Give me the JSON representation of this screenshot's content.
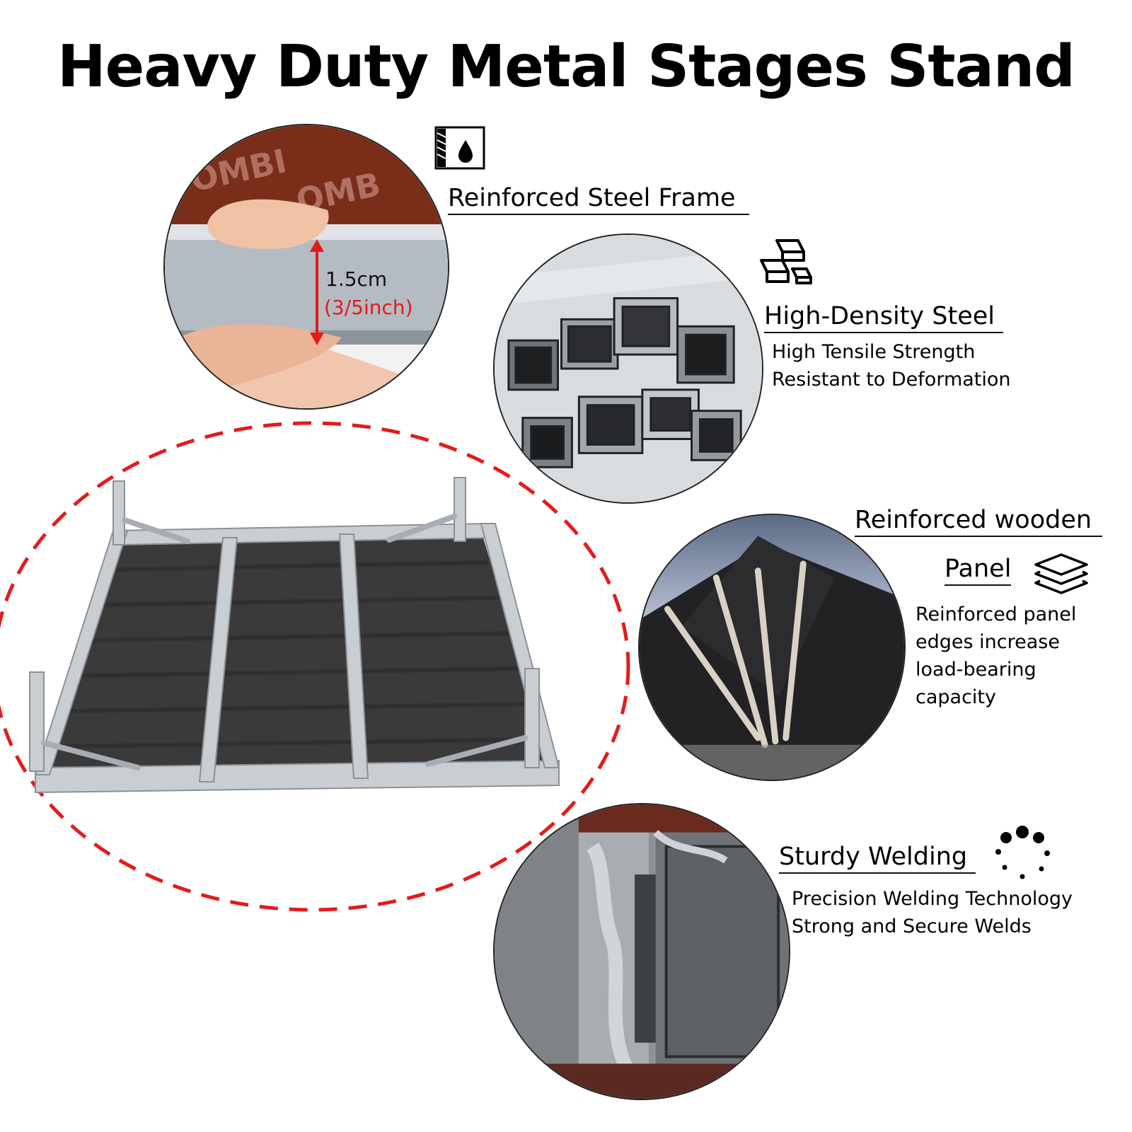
{
  "title": "Heavy Duty Metal Stages Stand",
  "measure": {
    "value": "1.5cm",
    "imperial": "(3/5inch)"
  },
  "features": [
    {
      "id": "frame",
      "title": "Reinforced Steel Frame",
      "icon": "waterproof-panel-icon",
      "lines": []
    },
    {
      "id": "steel",
      "title": "High-Density Steel",
      "icon": "steel-bars-icon",
      "lines": [
        "High Tensile Strength",
        "Resistant to Deformation"
      ]
    },
    {
      "id": "panel",
      "title": "Reinforced wooden",
      "title2": "Panel",
      "icon": "layers-icon",
      "lines": [
        "Reinforced panel",
        "edges increase",
        "load-bearing",
        "capacity"
      ]
    },
    {
      "id": "weld",
      "title": "Sturdy Welding",
      "icon": "loading-dots-icon",
      "lines": [
        "Precision Welding Technology",
        "Strong and Secure Welds"
      ]
    }
  ],
  "colors": {
    "accent_red": "#e31b1b",
    "text": "#000000",
    "panel_brown": "#7a2e1a",
    "steel": "#b9bec4"
  }
}
